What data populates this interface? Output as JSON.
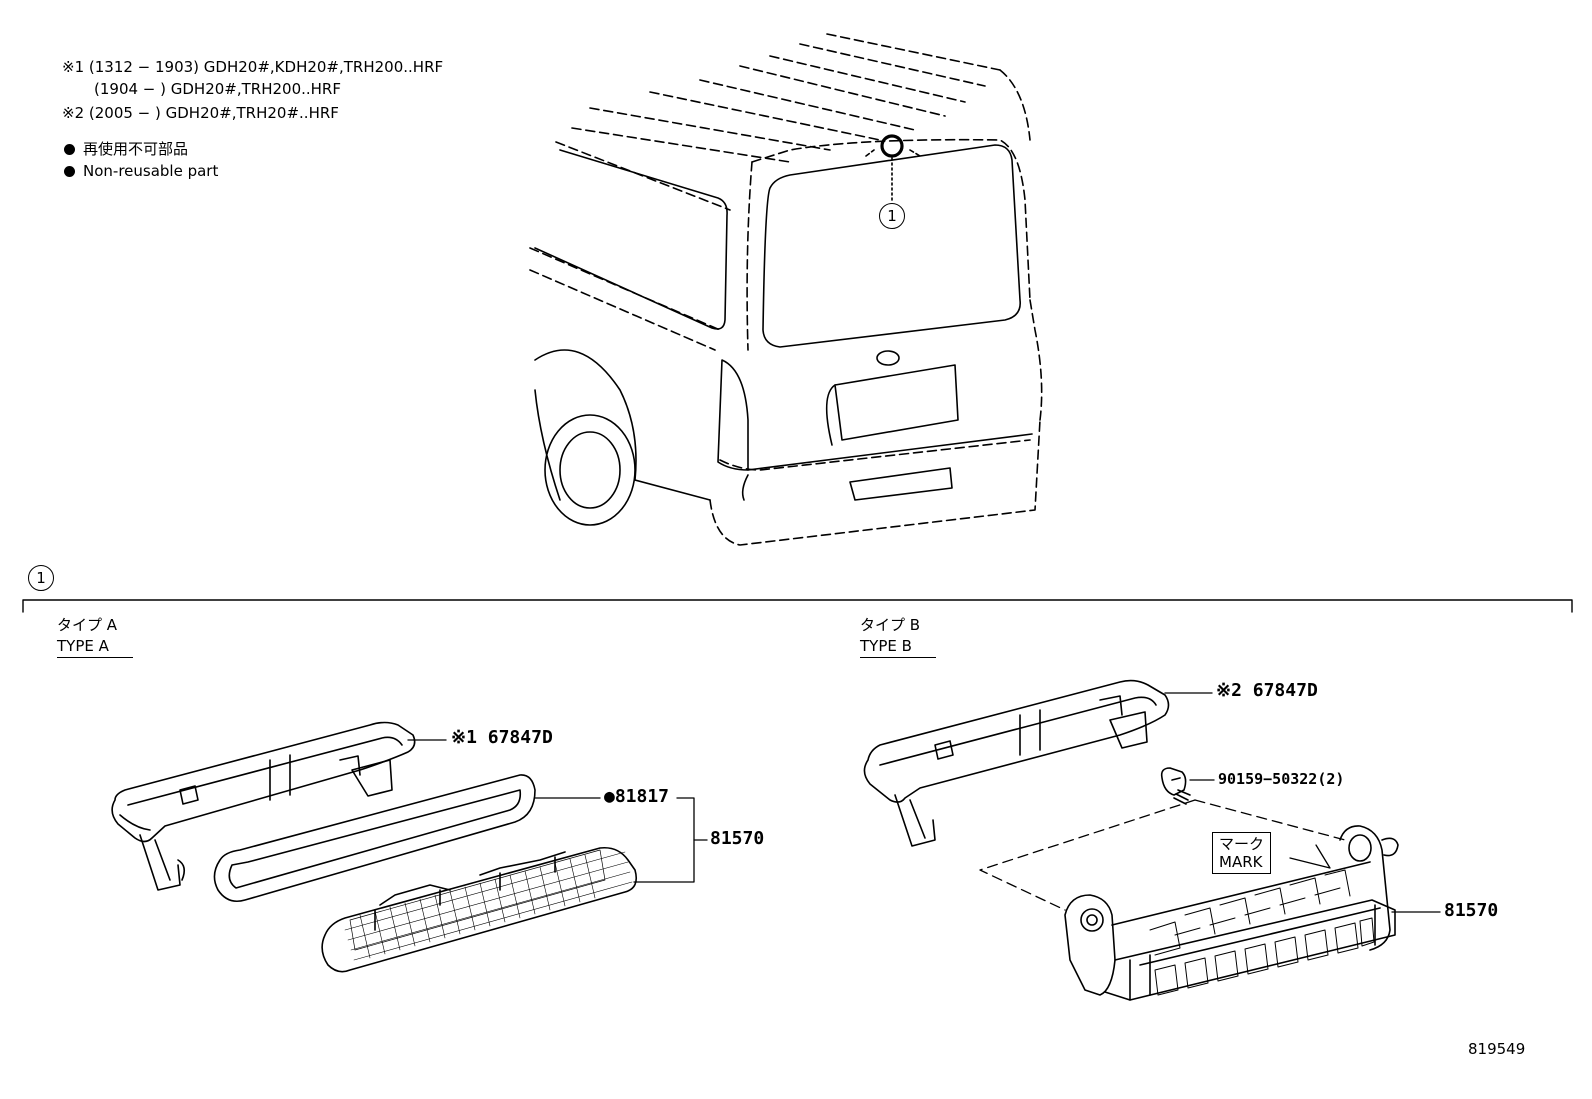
{
  "notes": {
    "line1": "※1 (1312 − 1903) GDH20#,KDH20#,TRH200..HRF",
    "line2": "(1904 −        ) GDH20#,TRH200..HRF",
    "line3": "※2 (2005 −        ) GDH20#,TRH20#..HRF",
    "legend_jp": "再使用不可部品",
    "legend_en": "Non-reusable part"
  },
  "callouts": {
    "top_ref": "1",
    "section_ref": "1"
  },
  "type_a": {
    "label_jp": "タイプ  A",
    "label_en": "TYPE A",
    "part_bracket": "※1 67847D",
    "part_gasket": "●81817",
    "part_lamp": "81570"
  },
  "type_b": {
    "label_jp": "タイプ  B",
    "label_en": "TYPE B",
    "part_bracket": "※2 67847D",
    "part_screw": "90159−50322(2)",
    "part_lamp": "81570",
    "mark_jp": "マーク",
    "mark_en": "MARK"
  },
  "diagram_id": "819549"
}
